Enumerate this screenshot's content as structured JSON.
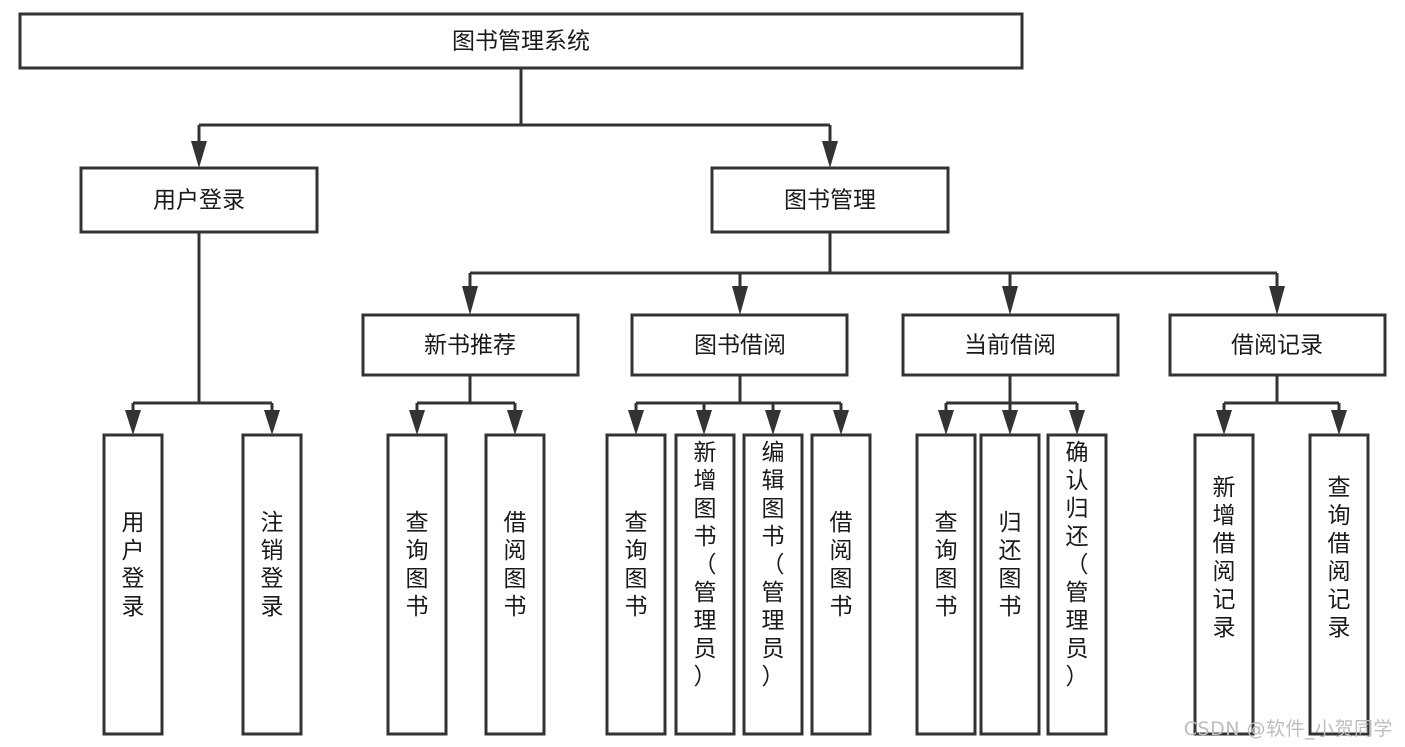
{
  "diagram": {
    "type": "tree-hierarchy-chart",
    "title": "图书管理系统",
    "watermark": "CSDN @软件_小贺同学",
    "colors": {
      "box_fill": "#ffffff",
      "box_stroke": "#333333",
      "text": "#1a1a1a",
      "watermark": "#bdbdbd",
      "background": "#ffffff"
    },
    "levels": [
      {
        "level": 1,
        "nodes": [
          {
            "id": "root",
            "label": "图书管理系统",
            "orientation": "horizontal"
          }
        ]
      },
      {
        "level": 2,
        "nodes": [
          {
            "id": "user-login",
            "label": "用户登录",
            "orientation": "horizontal",
            "parent": "root"
          },
          {
            "id": "book-manage",
            "label": "图书管理",
            "orientation": "horizontal",
            "parent": "root"
          }
        ]
      },
      {
        "level": 3,
        "nodes": [
          {
            "id": "new-book-recommend",
            "label": "新书推荐",
            "orientation": "horizontal",
            "parent": "book-manage"
          },
          {
            "id": "book-borrow",
            "label": "图书借阅",
            "orientation": "horizontal",
            "parent": "book-manage"
          },
          {
            "id": "current-borrow",
            "label": "当前借阅",
            "orientation": "horizontal",
            "parent": "book-manage"
          },
          {
            "id": "borrow-record",
            "label": "借阅记录",
            "orientation": "horizontal",
            "parent": "book-manage"
          }
        ]
      },
      {
        "level": 4,
        "nodes": [
          {
            "id": "leaf-user-login",
            "label": "用户登录",
            "orientation": "vertical",
            "parent": "user-login"
          },
          {
            "id": "leaf-logout-login",
            "label": "注销登录",
            "orientation": "vertical",
            "parent": "user-login"
          },
          {
            "id": "leaf-query-book-1",
            "label": "查询图书",
            "orientation": "vertical",
            "parent": "new-book-recommend"
          },
          {
            "id": "leaf-borrow-book-1",
            "label": "借阅图书",
            "orientation": "vertical",
            "parent": "new-book-recommend"
          },
          {
            "id": "leaf-query-book-2",
            "label": "查询图书",
            "orientation": "vertical",
            "parent": "book-borrow"
          },
          {
            "id": "leaf-add-book",
            "label": "新增图书（管理员）",
            "orientation": "vertical",
            "parent": "book-borrow"
          },
          {
            "id": "leaf-edit-book",
            "label": "编辑图书（管理员）",
            "orientation": "vertical",
            "parent": "book-borrow"
          },
          {
            "id": "leaf-borrow-book-2",
            "label": "借阅图书",
            "orientation": "vertical",
            "parent": "book-borrow"
          },
          {
            "id": "leaf-query-book-3",
            "label": "查询图书",
            "orientation": "vertical",
            "parent": "current-borrow"
          },
          {
            "id": "leaf-return-book",
            "label": "归还图书",
            "orientation": "vertical",
            "parent": "current-borrow"
          },
          {
            "id": "leaf-confirm-return",
            "label": "确认归还（管理员）",
            "orientation": "vertical",
            "parent": "current-borrow"
          },
          {
            "id": "leaf-add-record",
            "label": "新增借阅记录",
            "orientation": "vertical",
            "parent": "borrow-record"
          },
          {
            "id": "leaf-query-record",
            "label": "查询借阅记录",
            "orientation": "vertical",
            "parent": "borrow-record"
          }
        ]
      }
    ]
  }
}
